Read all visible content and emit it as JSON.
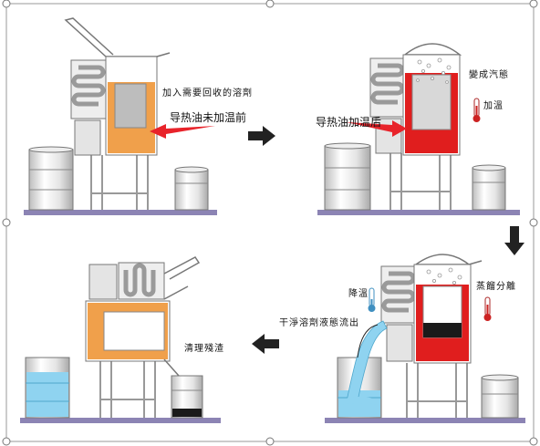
{
  "panels": {
    "top_left": {
      "add_solvent": "加入需要回收的溶劑",
      "oil_before_heat": "导热油未加温前"
    },
    "top_right": {
      "oil_after_heat": "导热油加温后",
      "becomes_vapor": "變成汽態",
      "heating": "加溫"
    },
    "bottom_right": {
      "cooling": "降溫",
      "distill_separate": "蒸餾分離",
      "clean_liquid_out": "干淨溶劑液態流出"
    },
    "bottom_left": {
      "clean_residue": "清理殘渣"
    }
  },
  "colors": {
    "cold_oil": "#F0A04B",
    "hot_oil": "#E01E1E",
    "arrow_red": "#E8232A",
    "platform": "#8C84B4",
    "clean_liquid": "#8FD3F0",
    "residue": "#1A1A1A",
    "flow_arrow": "#222222"
  },
  "icons": [
    "thermometer-icon",
    "arrow-right-icon",
    "arrow-down-icon",
    "arrow-left-icon"
  ]
}
